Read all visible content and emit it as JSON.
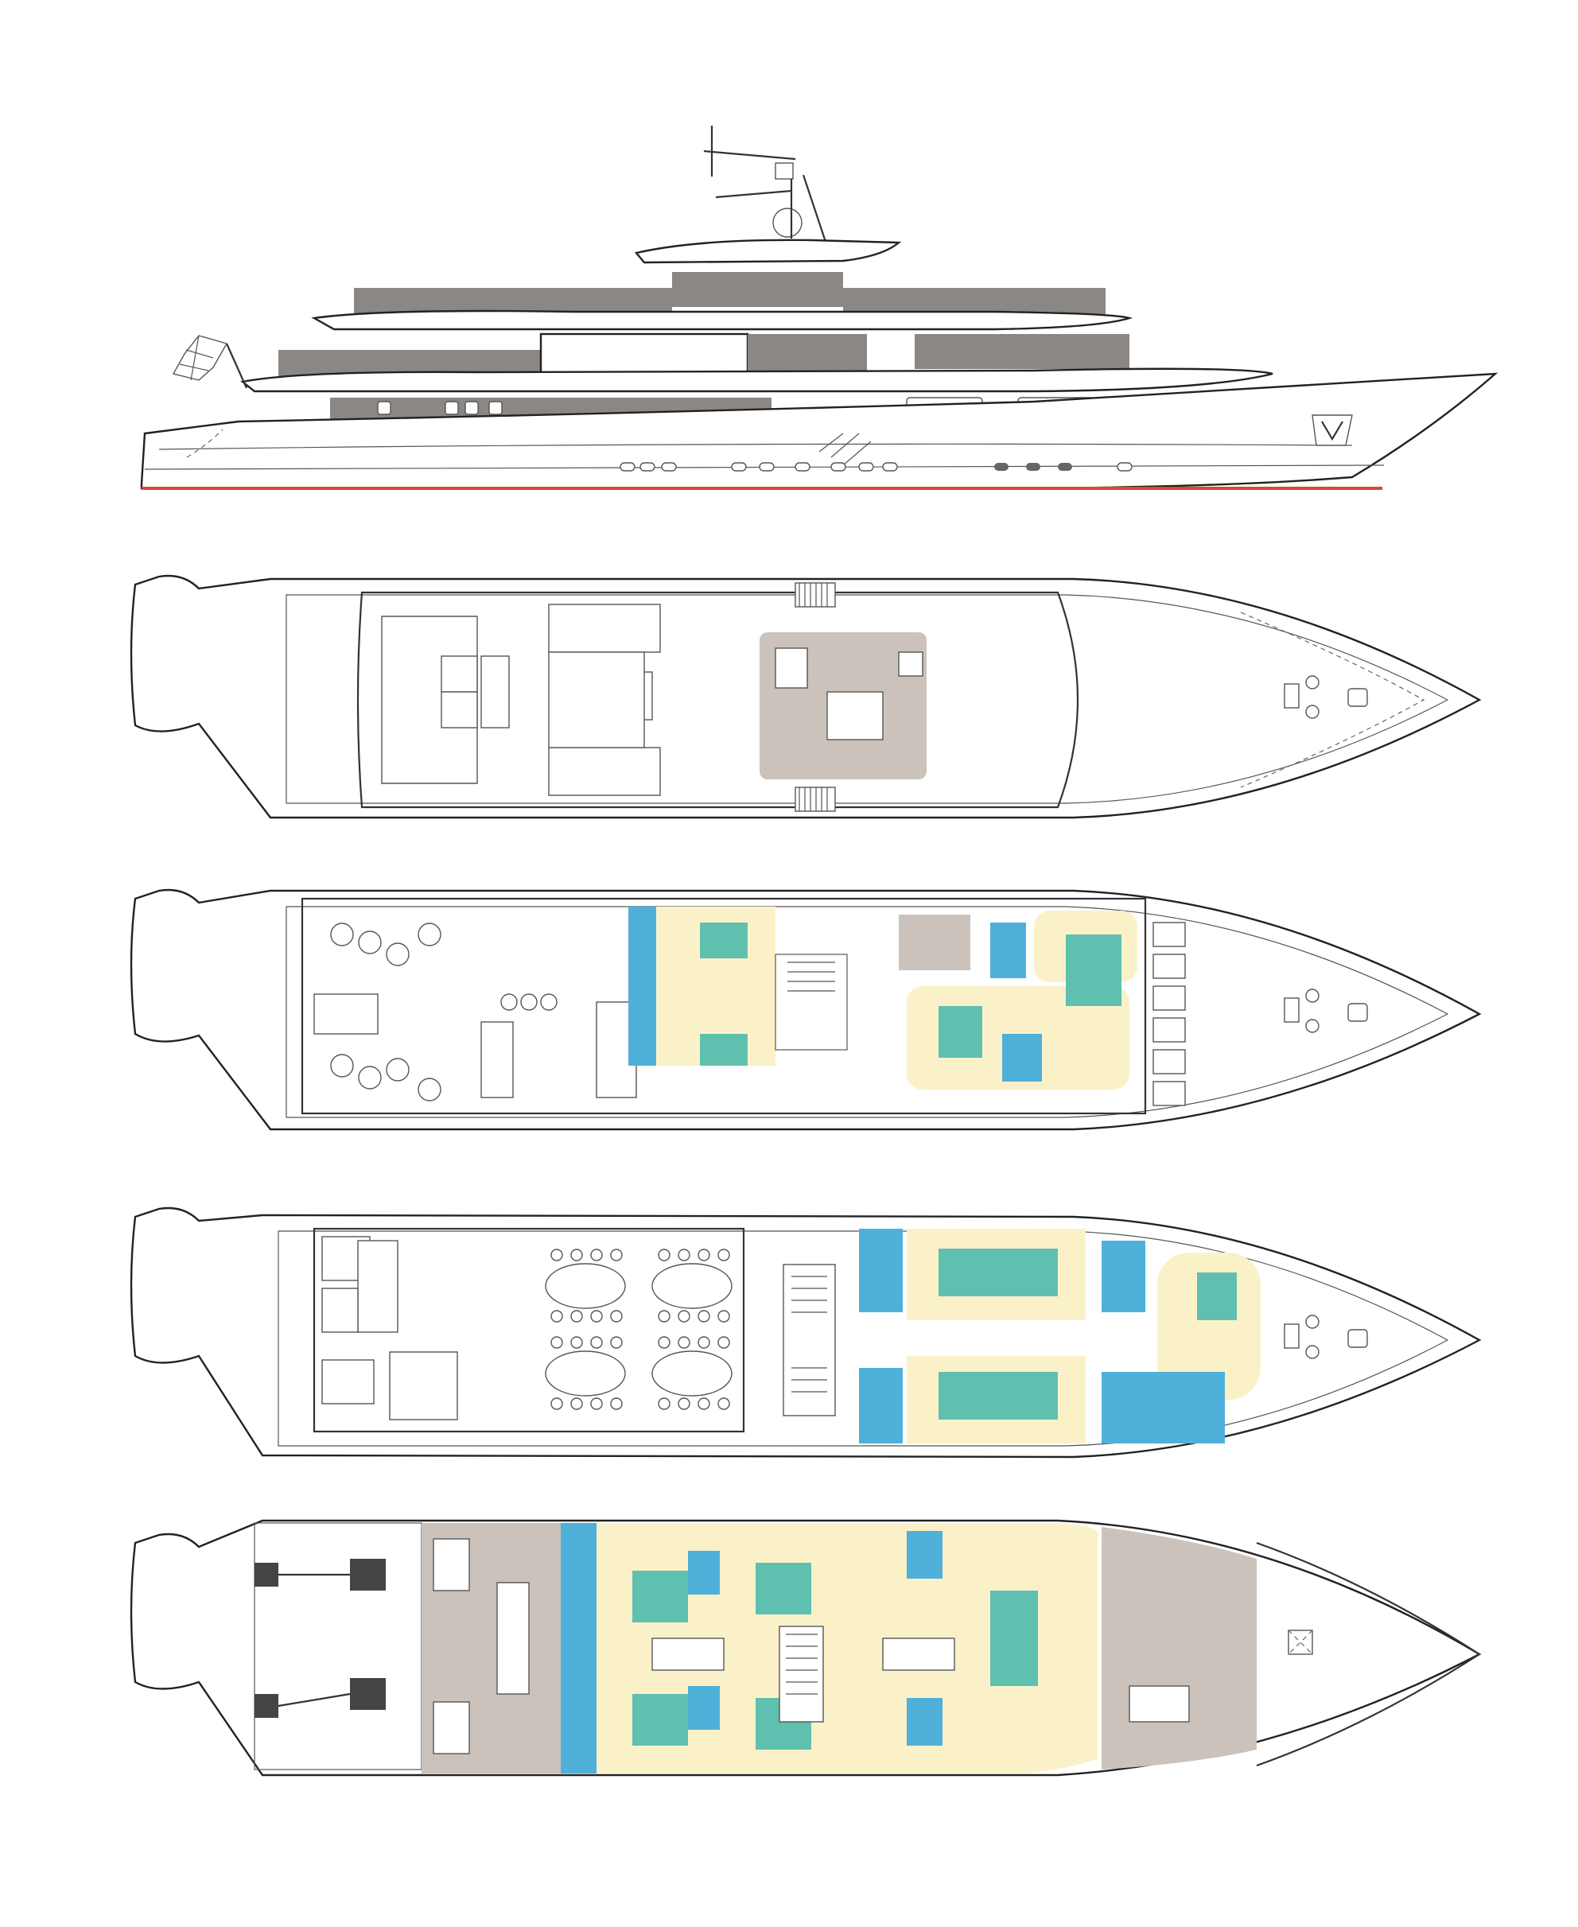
{
  "colors": {
    "background": "#ffffff",
    "line": "#333333",
    "superstructure_grey": "#8a8784",
    "waterline_red": "#d64a2e",
    "cabin_cream": "#fbf1c9",
    "bathroom_blue": "#4fb0d9",
    "bed_teal": "#5fc0b0",
    "crew_grey": "#cbc3bb"
  },
  "views": [
    {
      "id": "profile",
      "kind": "side-elevation"
    },
    {
      "id": "sun-deck",
      "kind": "plan"
    },
    {
      "id": "upper-deck",
      "kind": "plan"
    },
    {
      "id": "main-deck",
      "kind": "plan"
    },
    {
      "id": "lower-deck",
      "kind": "plan"
    }
  ]
}
